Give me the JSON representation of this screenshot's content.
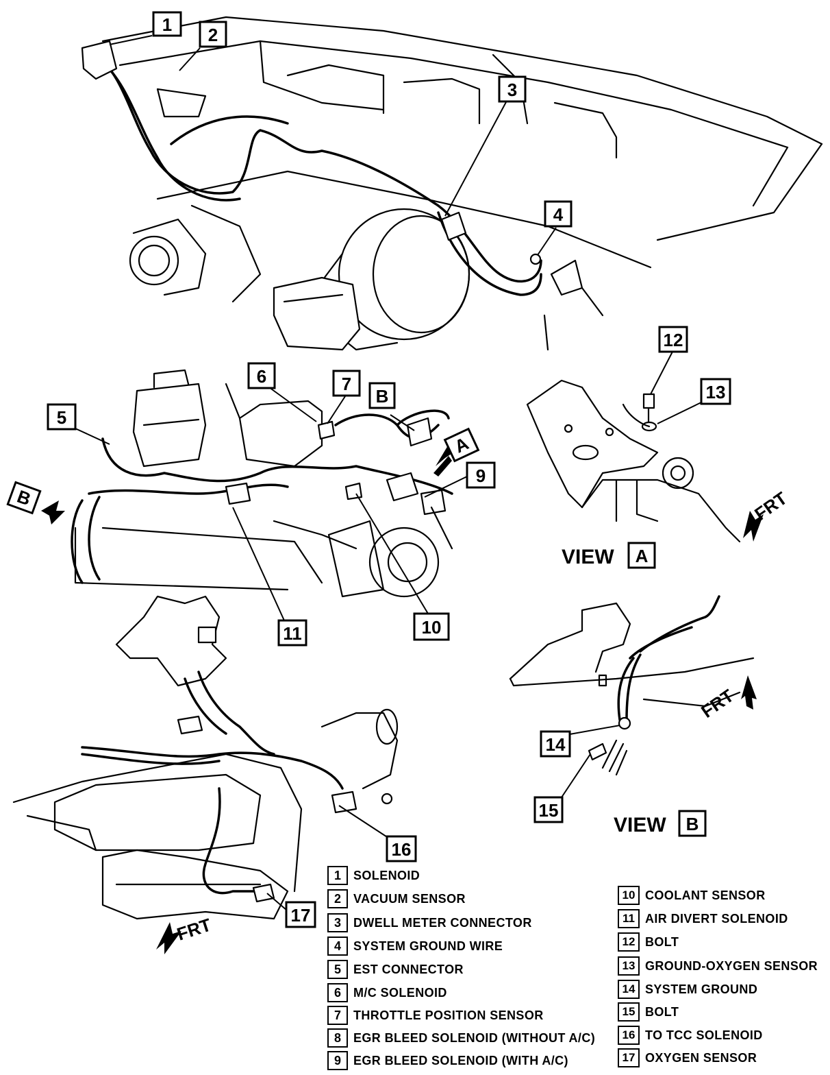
{
  "callouts": [
    "1",
    "2",
    "3",
    "4",
    "5",
    "6",
    "7",
    "B",
    "9",
    "10",
    "11",
    "12",
    "13",
    "14",
    "15",
    "16",
    "17"
  ],
  "view_markers": {
    "a": "A",
    "b": "B"
  },
  "views": [
    {
      "word": "VIEW",
      "letter": "A"
    },
    {
      "word": "VIEW",
      "letter": "B"
    }
  ],
  "frt_label": "FRT",
  "legend": {
    "left": [
      {
        "num": "1",
        "label": "SOLENOID"
      },
      {
        "num": "2",
        "label": "VACUUM SENSOR"
      },
      {
        "num": "3",
        "label": "DWELL METER CONNECTOR"
      },
      {
        "num": "4",
        "label": "SYSTEM GROUND WIRE"
      },
      {
        "num": "5",
        "label": "EST CONNECTOR"
      },
      {
        "num": "6",
        "label": "M/C SOLENOID"
      },
      {
        "num": "7",
        "label": "THROTTLE POSITION SENSOR"
      },
      {
        "num": "8",
        "label": "EGR BLEED SOLENOID (WITHOUT A/C)"
      },
      {
        "num": "9",
        "label": "EGR BLEED SOLENOID (WITH A/C)"
      }
    ],
    "right": [
      {
        "num": "10",
        "label": "COOLANT SENSOR"
      },
      {
        "num": "11",
        "label": "AIR DIVERT SOLENOID"
      },
      {
        "num": "12",
        "label": "BOLT"
      },
      {
        "num": "13",
        "label": "GROUND-OXYGEN SENSOR"
      },
      {
        "num": "14",
        "label": "SYSTEM GROUND"
      },
      {
        "num": "15",
        "label": "BOLT"
      },
      {
        "num": "16",
        "label": "TO TCC SOLENOID"
      },
      {
        "num": "17",
        "label": "OXYGEN SENSOR"
      }
    ]
  }
}
